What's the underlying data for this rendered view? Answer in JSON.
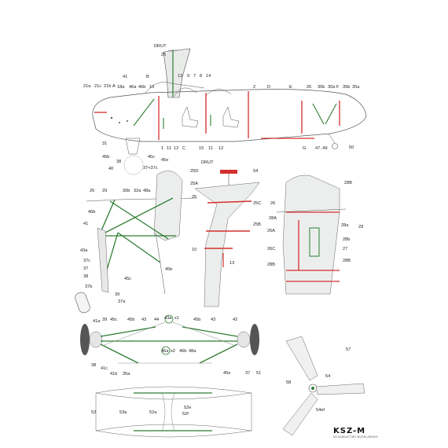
{
  "sheet": {
    "labels": {
      "drut_top": "DRUT",
      "l25_top": "25",
      "l21a": "21a",
      "l21c": "21c",
      "l21b": "21b",
      "lA": "A",
      "l41_top": "41",
      "l18a": "18a",
      "l46a": "46a",
      "l46b": "46b",
      "lB": "B",
      "l10": "10",
      "l13_top": "13",
      "l9": "9",
      "l7": "7",
      "l8": "8",
      "l14": "14",
      "l2": "2",
      "lD": "D",
      "lE": "E",
      "l26_top": "26",
      "l30b_top": "30b",
      "l30a": "30a",
      "lF": "F",
      "l35b": "35b",
      "l35a": "35a",
      "l31": "31",
      "l1": "1",
      "l11a": "11",
      "l12a": "12",
      "lC": "C",
      "l15": "15",
      "l11b": "11",
      "l12b": "12",
      "lG": "G",
      "l47_49": "47..49",
      "l50": "50",
      "l45b_side": "45b",
      "l45c_side": "45c",
      "l45e_side": "45e",
      "l38_side": "38",
      "l40": "40",
      "l37_37c": "37+37c",
      "drut_mid": "DRUT",
      "l25D": "25D",
      "l54_mid": "54",
      "l25A": "25A",
      "l25_mid": "25",
      "l25C": "25C",
      "l25B": "25B",
      "l10_mid": "10",
      "l13_mid": "13",
      "l26_mid": "26",
      "l29_mid": "29",
      "l30b_mid": "30b",
      "l32a": "32a",
      "l48a": "48a",
      "l46b_mid": "46b",
      "l41_mid": "41",
      "l43a_mid": "43a",
      "l45c_mid": "45c",
      "l37c": "37c",
      "l37": "37",
      "l38_mid": "38",
      "l39_mid": "39",
      "l37b": "37b",
      "l37a": "37a",
      "l45b_mid": "45b",
      "l26_tail": "26",
      "l28B_top": "28B",
      "l28A": "28A",
      "l26A": "26A",
      "l28a": "28a",
      "l29_tail": "29",
      "l28b": "28b",
      "l26C": "26C",
      "l27": "27",
      "l28B_bot": "28B",
      "l28B_left": "28B",
      "l41a": "41a",
      "l39_bot": "39",
      "l45c_bot": "45c",
      "l45b_bot1": "45b",
      "l43_bot1": "43",
      "l44": "44",
      "l43a_badge": "43a",
      "l43a_x1": "x1",
      "l45b_bot2": "45b",
      "l43_bot2": "43",
      "l42": "42",
      "l38_bot": "38",
      "l41c": "41c",
      "l41b": "41b",
      "l35a_bot": "35a",
      "l46a_badge": "46a",
      "l46a_x2": "x2",
      "l46b_bot": "46b",
      "l48a_bot": "48a",
      "l45e_bot": "45e",
      "l37_bot": "37",
      "l51": "51",
      "l57": "57",
      "l54_rot": "54",
      "l58": "58",
      "l54ef": "54ef",
      "l53": "53",
      "l53a": "53a",
      "l52a": "52a",
      "l52e": "52e",
      "l52f": "52f"
    }
  },
  "logo": {
    "main": "KSZ-M",
    "sub": "WYDAWNICTWO MODELARSKIE"
  }
}
